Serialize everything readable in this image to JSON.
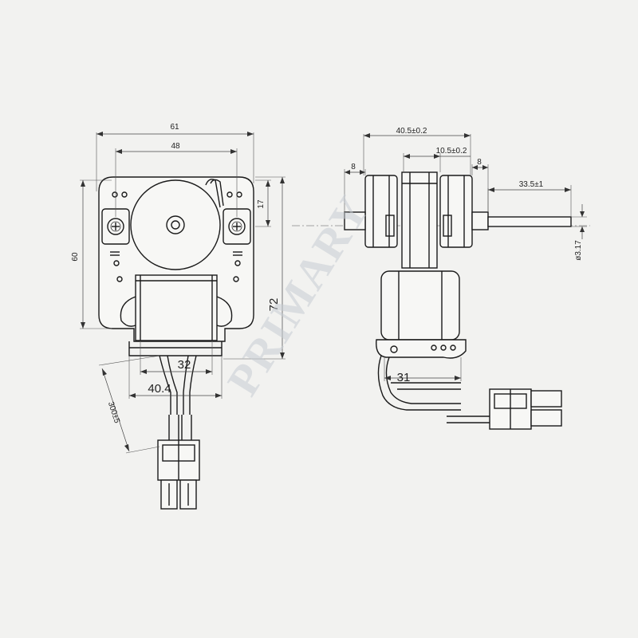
{
  "dimensions": {
    "front_width_overall": "61",
    "front_hole_spacing": "48",
    "front_height_left": "60",
    "front_height_right": "72",
    "front_shaft_offset": "17",
    "front_coil_width": "32",
    "front_bottom_width": "40.4",
    "front_lead_length": "300±5",
    "side_overall_depth": "40.5±0.2",
    "side_center_width": "10.5±0.2",
    "side_flange_left": "8",
    "side_flange_right": "8",
    "side_shaft_length": "33.5±1",
    "side_shaft_diameter": "ø3.17",
    "side_coil_width": "31"
  },
  "watermark": "PRIMARY",
  "colors": {
    "line": "#1a1a1a",
    "background": "#f2f2f0",
    "watermark": "#c7ccd3"
  }
}
